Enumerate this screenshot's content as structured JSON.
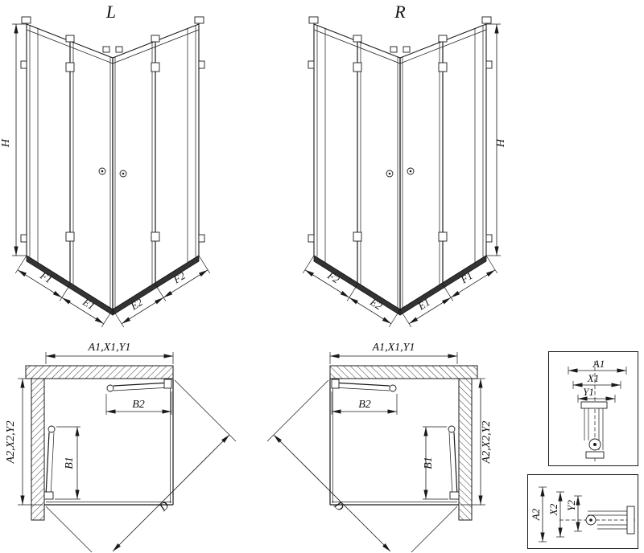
{
  "diagram": {
    "iso_left": {
      "title": "L",
      "h": "H",
      "f1": "F1",
      "e1": "E1",
      "e2": "E2",
      "f2": "F2"
    },
    "iso_right": {
      "title": "R",
      "h": "H",
      "f1": "F1",
      "e1": "E1",
      "e2": "E2",
      "f2": "F2"
    },
    "plan_left": {
      "width": "A1,X1,Y1",
      "door_width": "B2",
      "depth": "A2,X2,Y2",
      "door_depth": "B1",
      "diagonal": "D"
    },
    "plan_right": {
      "width": "A1,X1,Y1",
      "door_width": "B2",
      "depth": "A2,X2,Y2",
      "door_depth": "B1",
      "diagonal": "D"
    },
    "detail_top": {
      "l1": "A1",
      "l2": "X1",
      "l3": "Y1"
    },
    "detail_bottom": {
      "l1": "A2",
      "l2": "X2",
      "l3": "Y2"
    }
  }
}
